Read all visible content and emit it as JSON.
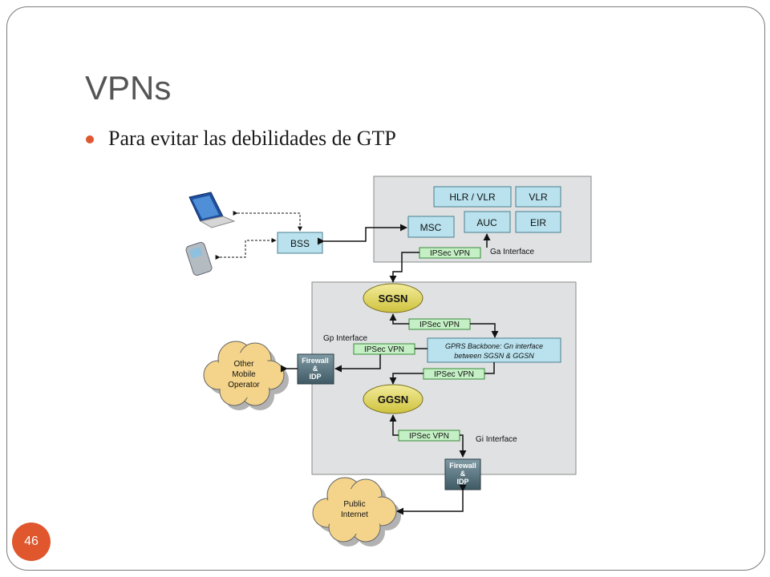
{
  "slide": {
    "title": "VPNs",
    "bullet": "Para evitar las debilidades de GTP",
    "page_number": "46"
  },
  "diagram": {
    "core_nodes": {
      "hlr_vlr": "HLR / VLR",
      "vlr": "VLR",
      "msc": "MSC",
      "auc": "AUC",
      "eir": "EIR"
    },
    "bss": "BSS",
    "sgsn": "SGSN",
    "ggsn": "GGSN",
    "backbone": [
      "GPRS Backbone: Gn interface",
      "between SGSN & GGSN"
    ],
    "vpn_label": "IPSec VPN",
    "interfaces": {
      "ga": "Ga Interface",
      "gp": "Gp Interface",
      "gi": "Gi Interface"
    },
    "firewall": [
      "Firewall",
      "&",
      "IDP"
    ],
    "other_operator": [
      "Other",
      "Mobile",
      "Operator"
    ],
    "public_internet": [
      "Public",
      "Internet"
    ],
    "icons": [
      "laptop-icon",
      "mobile-phone-icon",
      "cloud-icon"
    ],
    "colors": {
      "accent": "#e0562d",
      "node_fill": "#b9e2ee",
      "vpn_fill": "#c5f0c5",
      "gateway_fill": "#e6dc66",
      "panel_fill": "#dfe1e2",
      "cloud_fill": "#f4d48a"
    }
  }
}
